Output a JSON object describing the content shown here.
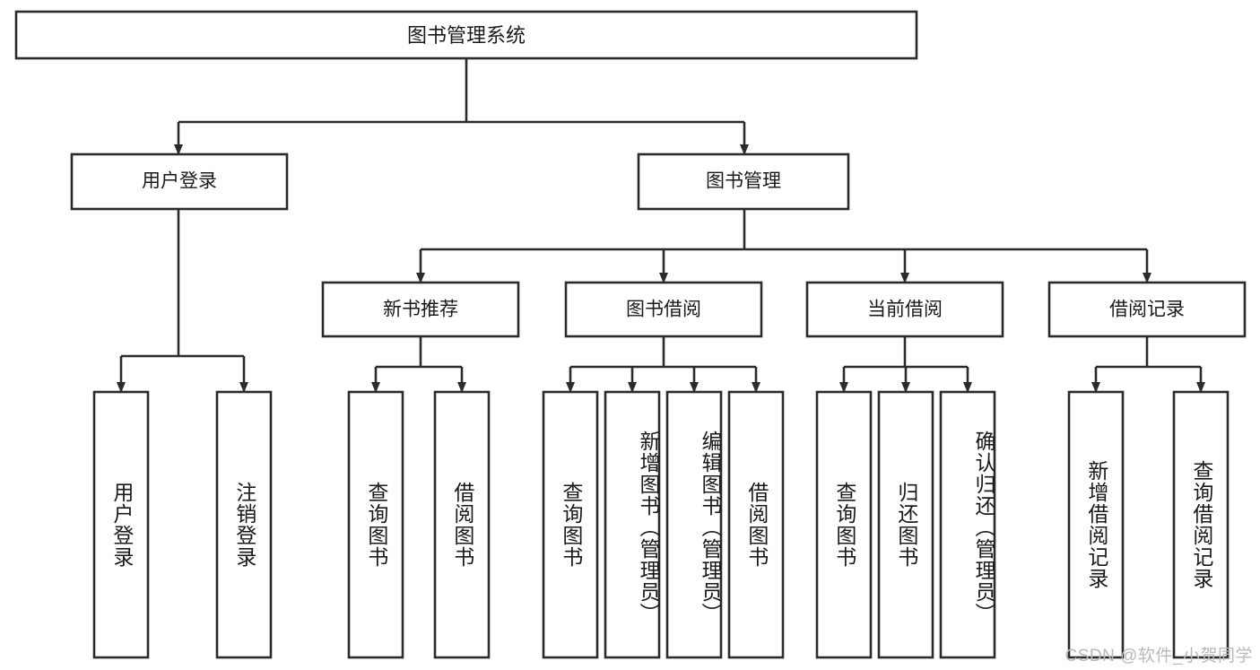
{
  "diagram": {
    "title": "图书管理系统",
    "watermark": "CSDN @软件_小贺同学",
    "nodes": {
      "root": {
        "label": "图书管理系统"
      },
      "level1": [
        {
          "id": "user-login",
          "label": "用户登录"
        },
        {
          "id": "book-management",
          "label": "图书管理"
        }
      ],
      "level2": [
        {
          "id": "new-book-recommend",
          "label": "新书推荐"
        },
        {
          "id": "book-borrow",
          "label": "图书借阅"
        },
        {
          "id": "current-borrow",
          "label": "当前借阅"
        },
        {
          "id": "borrow-record",
          "label": "借阅记录"
        }
      ],
      "leaves": {
        "user_login": [
          {
            "id": "leaf-user-login",
            "label": "用户登录"
          },
          {
            "id": "leaf-logout-login",
            "label": "注销登录"
          }
        ],
        "new_book_recommend": [
          {
            "id": "leaf-query-book-1",
            "label": "查询图书"
          },
          {
            "id": "leaf-borrow-book-1",
            "label": "借阅图书"
          }
        ],
        "book_borrow": [
          {
            "id": "leaf-query-book-2",
            "label": "查询图书"
          },
          {
            "id": "leaf-add-book",
            "label": "新增图书（管理员）"
          },
          {
            "id": "leaf-edit-book",
            "label": "编辑图书（管理员）"
          },
          {
            "id": "leaf-borrow-book-2",
            "label": "借阅图书"
          }
        ],
        "current_borrow": [
          {
            "id": "leaf-query-book-3",
            "label": "查询图书"
          },
          {
            "id": "leaf-return-book",
            "label": "归还图书"
          },
          {
            "id": "leaf-confirm-return",
            "label": "确认归还（管理员）"
          }
        ],
        "borrow_record": [
          {
            "id": "leaf-add-record",
            "label": "新增借阅记录"
          },
          {
            "id": "leaf-query-record",
            "label": "查询借阅记录"
          }
        ]
      }
    },
    "colors": {
      "stroke": "#2b2b2b",
      "box_fill": "#ffffff",
      "text": "#1a1a1a",
      "watermark": "#b9b9b9",
      "background": "#ffffff"
    }
  }
}
